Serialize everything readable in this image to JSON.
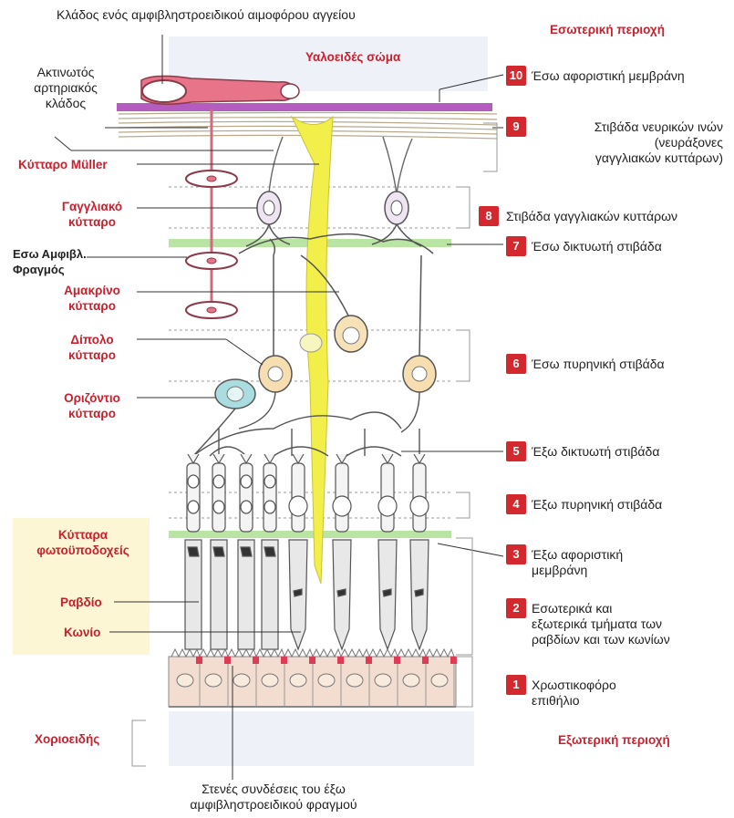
{
  "top_caption": "Κλάδος ενός αμφιβληστροειδικού αιμοφόρου αγγείου",
  "region_inner": "Εσωτερική περιοχή",
  "region_outer": "Εξωτερική περιοχή",
  "vitreous": "Υαλοειδές σώμα",
  "left_labels": {
    "arteriole": [
      "Ακτινωτός",
      "αρτηριακός",
      "κλάδος"
    ],
    "muller": "Κύτταρο Müller",
    "ganglion": [
      "Γαγγλιακό",
      "κύτταρο"
    ],
    "inner_barrier": [
      "Εσω Αμφιβλ.",
      "Φραγμός"
    ],
    "amacrine": [
      "Αμακρίνο",
      "κύτταρο"
    ],
    "bipolar": [
      "Δίπολο",
      "κύτταρο"
    ],
    "horizontal": [
      "Οριζόντιο",
      "κύτταρο"
    ],
    "photoreceptors": [
      "Κύτταρα",
      "φωτοϋποδοχείς"
    ],
    "rod": "Ραβδίο",
    "cone": "Κωνίο",
    "choroid": "Χοριοειδής"
  },
  "bottom_caption": [
    "Στενές συνδέσεις του έξω",
    "αμφιβληστροειδικού φραγμού"
  ],
  "layers": [
    {
      "num": "10",
      "text": [
        "Έσω αφοριστική μεμβράνη"
      ]
    },
    {
      "num": "9",
      "text": [
        "Στιβάδα νευρικών ινών",
        "(νευράξονες",
        "γαγγλιακών κυττάρων)"
      ]
    },
    {
      "num": "8",
      "text": [
        "Στιβάδα γαγγλιακών κυττάρων"
      ]
    },
    {
      "num": "7",
      "text": [
        "Έσω δικτυωτή στιβάδα"
      ]
    },
    {
      "num": "6",
      "text": [
        "Έσω πυρηνική στιβάδα"
      ]
    },
    {
      "num": "5",
      "text": [
        "Έξω δικτυωτή στιβάδα"
      ]
    },
    {
      "num": "4",
      "text": [
        "Έξω πυρηνική στιβάδα"
      ]
    },
    {
      "num": "3",
      "text": [
        "Έξω αφοριστική",
        "μεμβράνη"
      ]
    },
    {
      "num": "2",
      "text": [
        "Εσωτερικά και",
        "εξωτερικά τμήματα των",
        "ραβδίων και των κωνίων"
      ]
    },
    {
      "num": "1",
      "text": [
        "Χρωστικοφόρο",
        "επιθήλιο"
      ]
    }
  ],
  "colors": {
    "label_red": "#c8202d",
    "badge": "#d3282e",
    "vessel": "#e8748a",
    "muller": "#f3ef4a",
    "inner_limiting": "#b45cc0",
    "plexiform_green": "#b9e4a4",
    "rpe": "#f3dcd0",
    "horizontal_cell": "#a9dde0",
    "bipolar_cell": "#f7deb0"
  }
}
